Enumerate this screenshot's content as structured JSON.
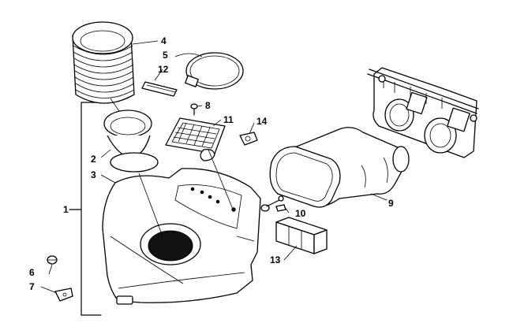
{
  "callouts": [
    {
      "id": "1",
      "label": "1"
    },
    {
      "id": "2",
      "label": "2"
    },
    {
      "id": "3",
      "label": "3"
    },
    {
      "id": "4",
      "label": "4"
    },
    {
      "id": "5",
      "label": "5"
    },
    {
      "id": "6",
      "label": "6"
    },
    {
      "id": "7",
      "label": "7"
    },
    {
      "id": "8",
      "label": "8"
    },
    {
      "id": "9",
      "label": "9"
    },
    {
      "id": "10",
      "label": "10"
    },
    {
      "id": "11",
      "label": "11"
    },
    {
      "id": "12",
      "label": "12"
    },
    {
      "id": "13",
      "label": "13"
    },
    {
      "id": "14",
      "label": "14"
    }
  ],
  "colors": {
    "line": "#000000",
    "background": "#ffffff",
    "fill_dark": "#111111"
  }
}
